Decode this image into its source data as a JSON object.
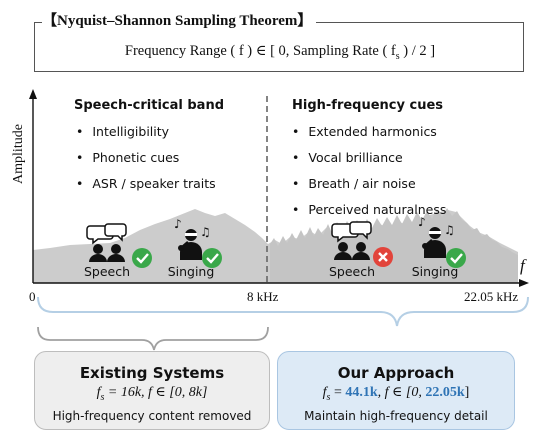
{
  "theorem": {
    "title": "【Nyquist–Shannon Sampling Theorem】",
    "range_text": "Frequency Range ( f ) ∈ [ 0, Sampling Rate ( f",
    "sub": "s",
    "range_tail": " ) / 2 ]"
  },
  "axes": {
    "y_label": "Amplitude",
    "x_label": "f",
    "ticks": [
      "0",
      "8 kHz",
      "22.05 kHz"
    ]
  },
  "left_band": {
    "title": "Speech-critical band",
    "bullets": [
      "Intelligibility",
      "Phonetic cues",
      "ASR / speaker traits"
    ],
    "icons": [
      {
        "label": "Speech",
        "status": "check",
        "icon": "speech-bubbles-icon"
      },
      {
        "label": "Singing",
        "status": "check",
        "icon": "singer-icon"
      }
    ]
  },
  "right_band": {
    "title": "High-frequency cues",
    "bullets": [
      "Extended harmonics",
      "Vocal brilliance",
      "Breath / air noise",
      "Perceived naturalness"
    ],
    "icons": [
      {
        "label": "Speech",
        "status": "cross",
        "icon": "speech-bubbles-icon"
      },
      {
        "label": "Singing",
        "status": "check",
        "icon": "singer-icon"
      }
    ]
  },
  "existing": {
    "title": "Existing Systems",
    "fs_prefix": "f",
    "fs_sub": "s",
    "fs_value": " = 16k,  f ∈ [0, 8k]",
    "note": "High-frequency content removed"
  },
  "approach": {
    "title": "Our Approach",
    "fs_prefix": "f",
    "fs_sub": "s",
    "eq": " = ",
    "fs_value": "44.1k",
    "mid": ",  f ∈ [0, ",
    "max_value": "22.05k",
    "end": "]",
    "note": "Maintain high-frequency detail"
  },
  "colors": {
    "check": "#3aa84a",
    "cross": "#e2443b",
    "spectrum": "#cccccc",
    "approach_value": "#2f74b5",
    "bracket": "#b5cfe5"
  }
}
